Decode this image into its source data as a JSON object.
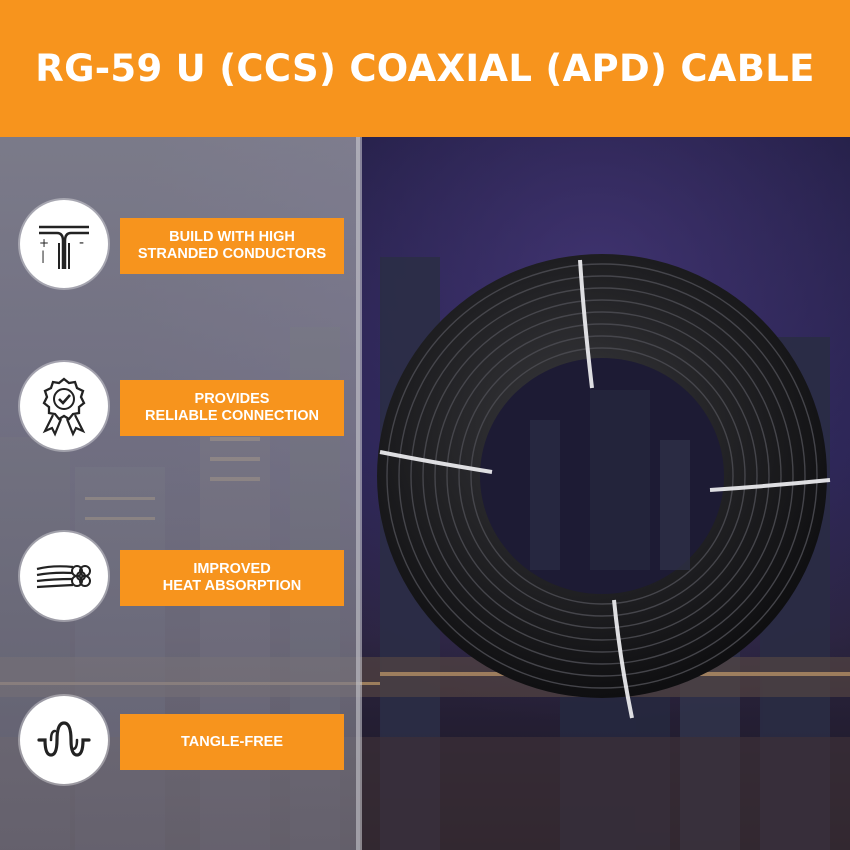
{
  "header": {
    "title": "RG-59 U (CCS) COAXIAL (APD) CABLE"
  },
  "colors": {
    "accent": "#f7941d",
    "panel": "#8e8d98",
    "cable": "#1c1c1e",
    "text": "#ffffff"
  },
  "features": [
    {
      "icon": "conductor-split-icon",
      "line1": "BUILD WITH HIGH",
      "line2": "STRANDED CONDUCTORS"
    },
    {
      "icon": "badge-check-icon",
      "line1": "PROVIDES",
      "line2": "RELIABLE CONNECTION"
    },
    {
      "icon": "stranded-wire-icon",
      "line1": "IMPROVED",
      "line2": "HEAT ABSORPTION"
    },
    {
      "icon": "wave-icon",
      "line1": "TANGLE-FREE",
      "line2": ""
    }
  ],
  "product": {
    "image": "coaxial-cable-coil"
  }
}
